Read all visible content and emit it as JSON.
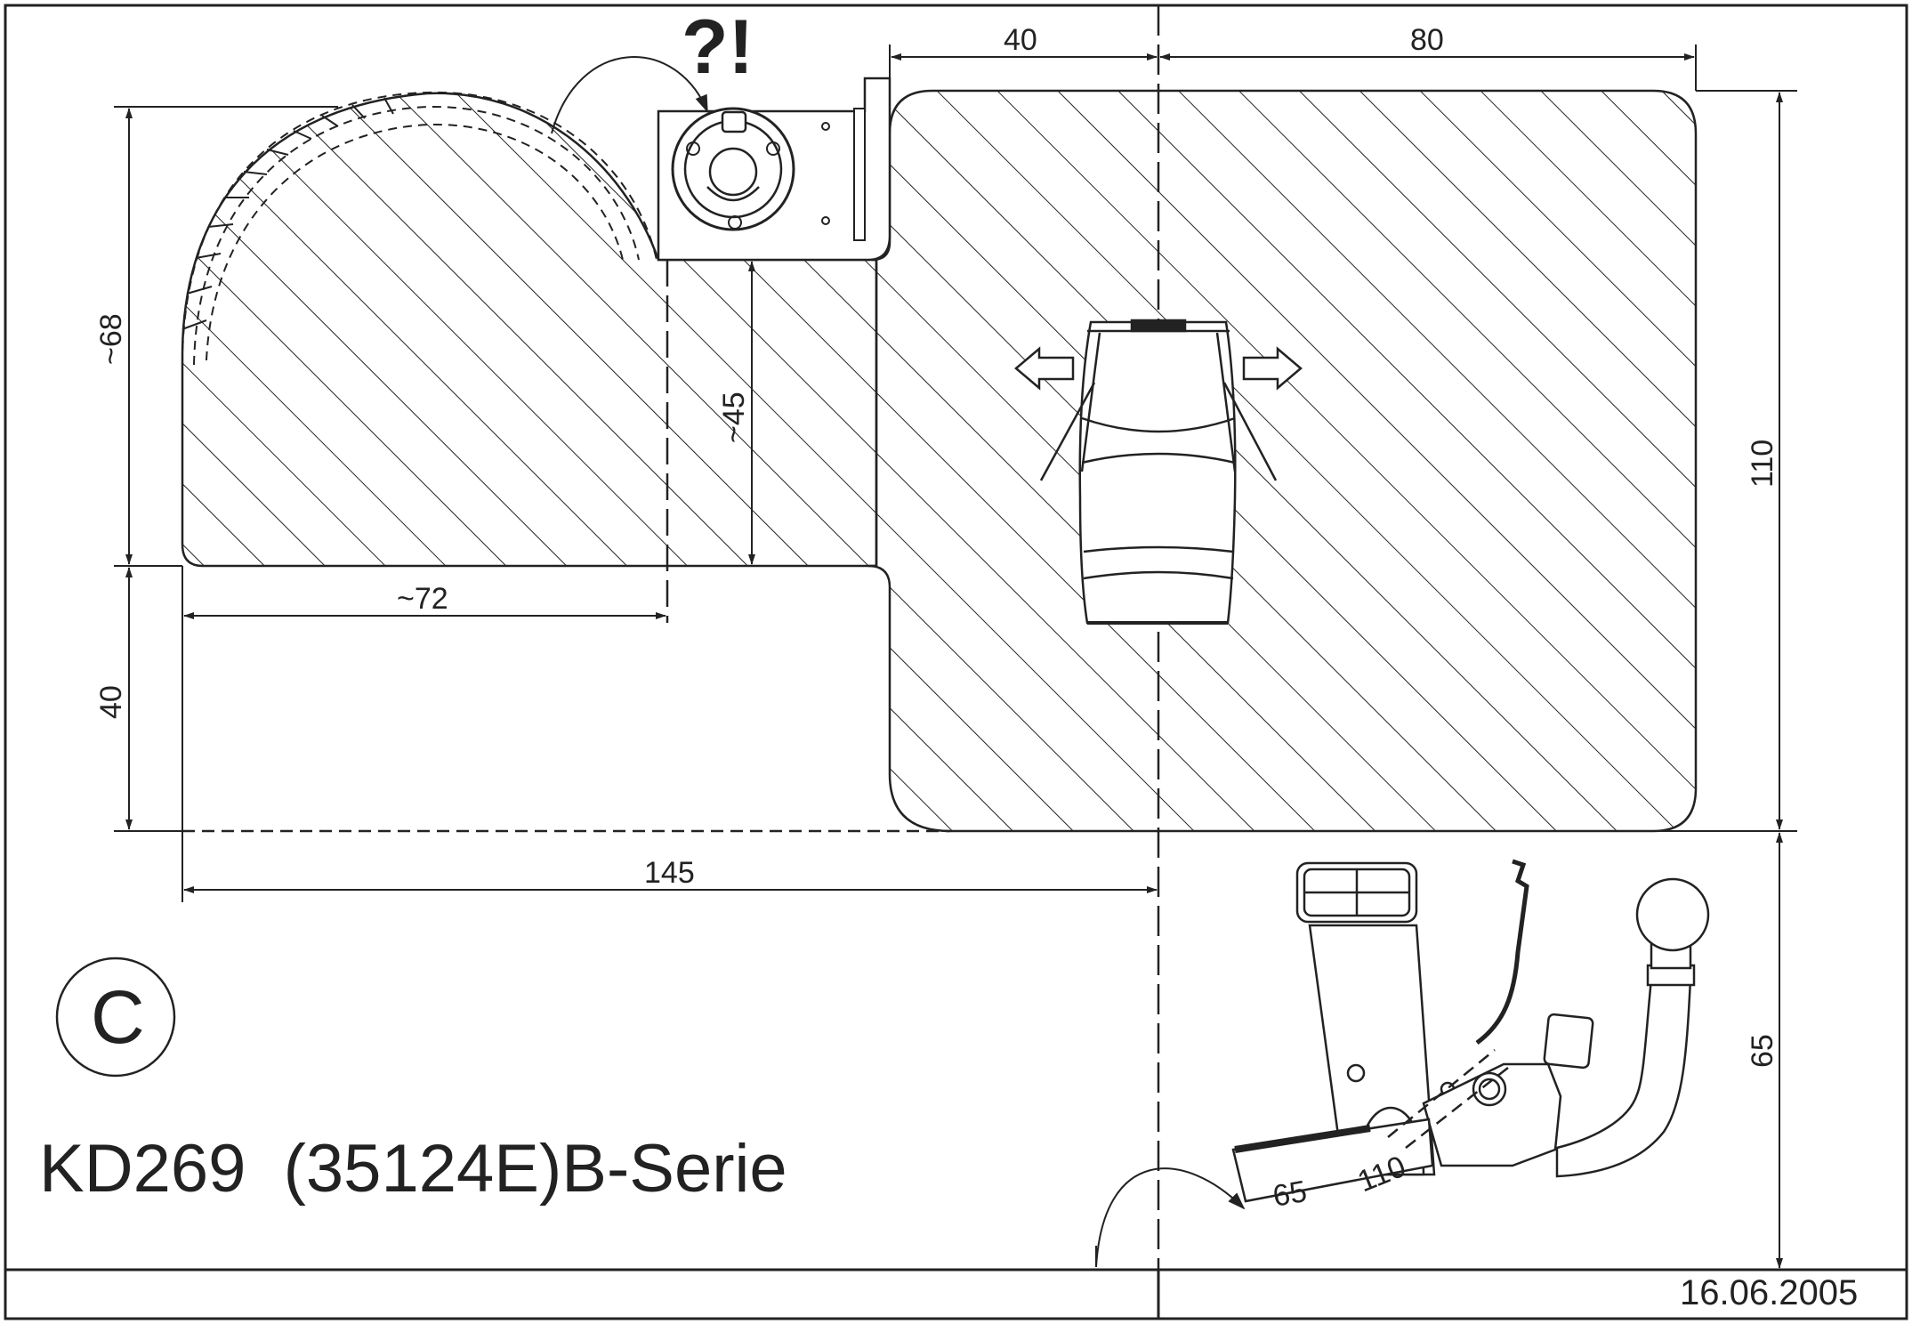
{
  "drawing": {
    "title": "KD269  (35124E)B-Serie",
    "date": "16.06.2005",
    "view_letter": "C",
    "warning_mark": "?!",
    "dimensions": {
      "top_40": "40",
      "top_80": "80",
      "left_68": "~68",
      "mid_45": "~45",
      "mid_72": "~72",
      "left_40": "40",
      "bottom_145": "145",
      "right_110": "110",
      "right_65": "65",
      "hitch_65": "65",
      "hitch_110": "110"
    },
    "colors": {
      "line": "#222222",
      "background": "#ffffff"
    }
  }
}
